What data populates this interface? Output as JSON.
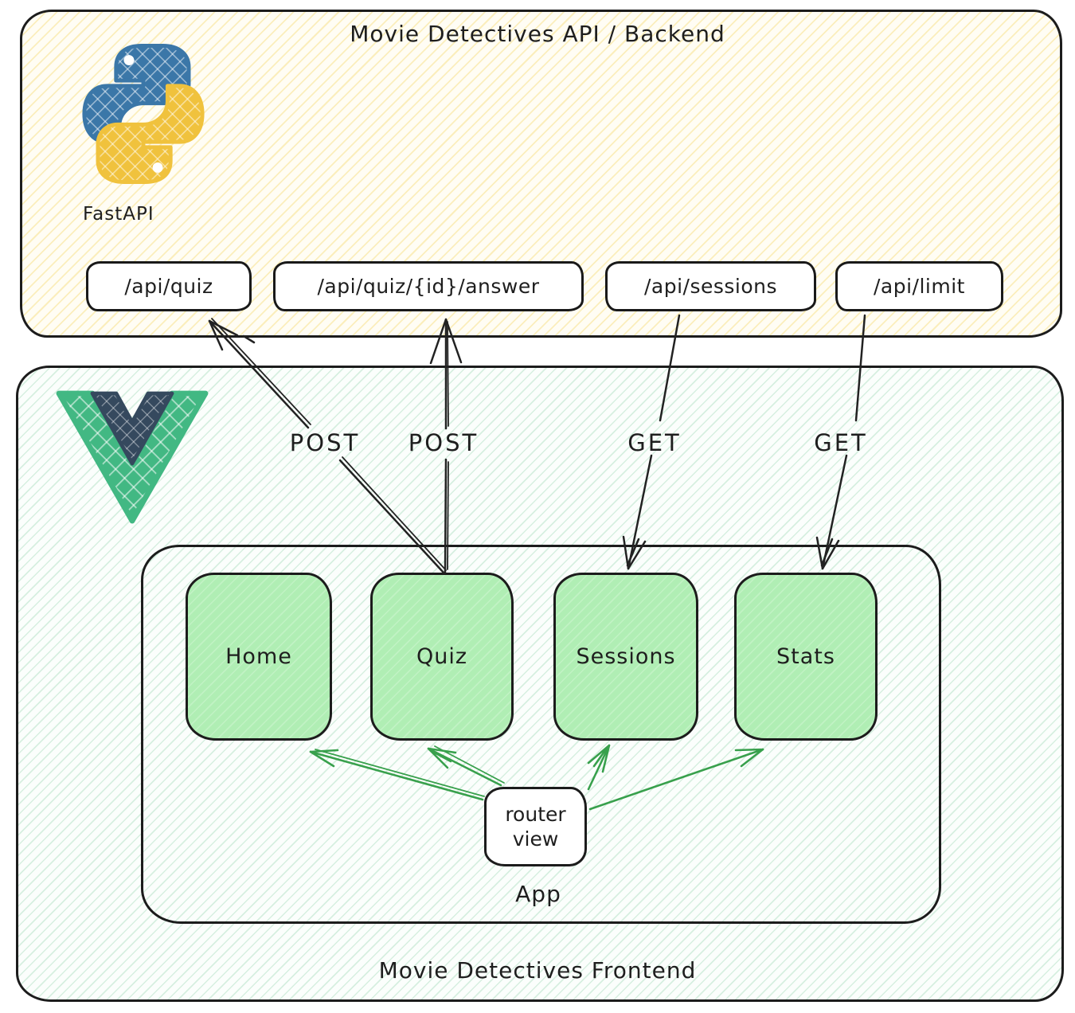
{
  "backend": {
    "title": "Movie Detectives API / Backend",
    "framework_label": "FastAPI",
    "logo_icon": "python-icon",
    "endpoints": [
      {
        "label": "/api/quiz"
      },
      {
        "label": "/api/quiz/{id}/answer"
      },
      {
        "label": "/api/sessions"
      },
      {
        "label": "/api/limit"
      }
    ]
  },
  "frontend": {
    "title": "Movie Detectives Frontend",
    "logo_icon": "vue-icon",
    "app": {
      "label": "App",
      "views": [
        {
          "label": "Home"
        },
        {
          "label": "Quiz"
        },
        {
          "label": "Sessions"
        },
        {
          "label": "Stats"
        }
      ],
      "router_view": {
        "line1": "router",
        "line2": "view"
      }
    }
  },
  "requests": [
    {
      "method": "POST",
      "from": "Quiz",
      "to": "/api/quiz"
    },
    {
      "method": "POST",
      "from": "Quiz",
      "to": "/api/quiz/{id}/answer"
    },
    {
      "method": "GET",
      "from": "/api/sessions",
      "to": "Sessions"
    },
    {
      "method": "GET",
      "from": "/api/limit",
      "to": "Stats"
    }
  ],
  "colors": {
    "ink": "#1e1e1e",
    "backend_hatch": "#f6db78",
    "frontend_hatch": "#82cda0",
    "view_fill": "#b0eeb4",
    "arrow_green": "#38a04c",
    "python_blue": "#3b77a8",
    "python_yellow": "#f0c23d",
    "vue_green": "#42b883",
    "vue_navy": "#35495e"
  }
}
